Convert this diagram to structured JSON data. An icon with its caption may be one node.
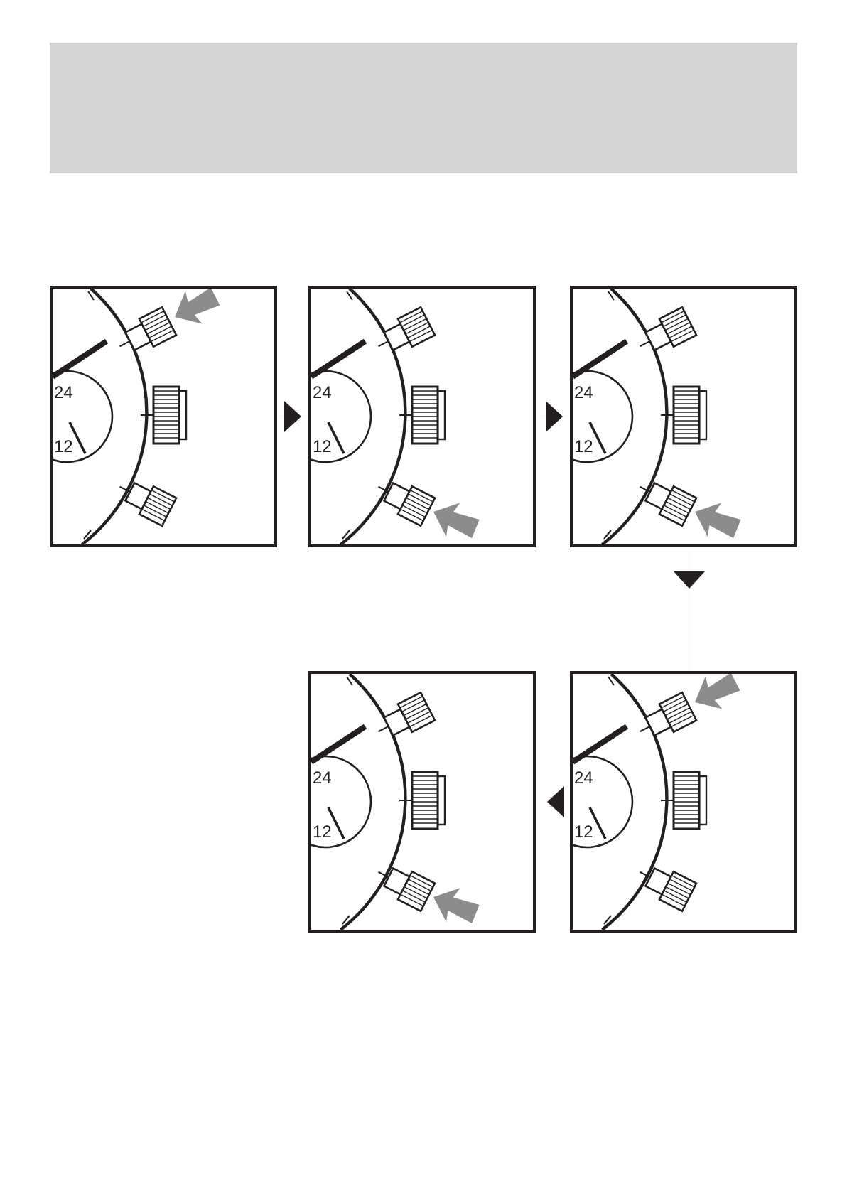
{
  "diagram": {
    "nodes": [
      {
        "text": [
          "24",
          "12"
        ]
      },
      {
        "text": [
          "24",
          "12"
        ]
      },
      {
        "text": [
          "24",
          "12"
        ]
      },
      {
        "text": [
          "24",
          "12"
        ]
      },
      {
        "text": [
          "24",
          "12"
        ]
      }
    ],
    "edges": [
      {
        "from": 0,
        "to": 1,
        "arrow": "to"
      },
      {
        "from": 1,
        "to": 2,
        "arrow": "to"
      },
      {
        "from": 2,
        "to": 4,
        "arrow": "to"
      },
      {
        "from": 4,
        "to": 3,
        "arrow": "to"
      }
    ]
  }
}
